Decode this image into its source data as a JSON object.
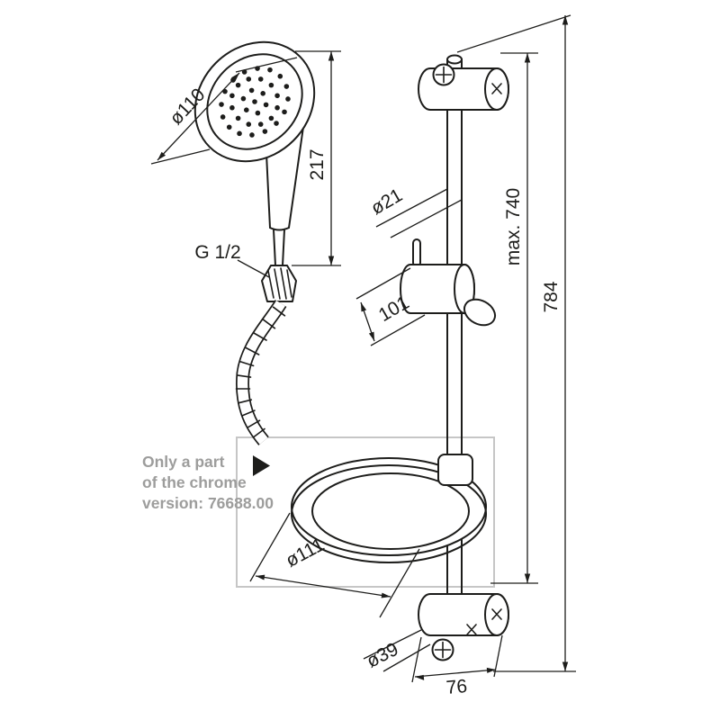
{
  "diagram": {
    "note": {
      "line1": "Only a part",
      "line2": "of the chrome",
      "line3": "version: 76688.00"
    },
    "dimensions": {
      "head_diameter": "ø110",
      "head_length": "217",
      "thread": "G 1/2",
      "bar_diameter": "ø21",
      "slider_length": "101",
      "max_adjustment": "max. 740",
      "total_height": "784",
      "dish_diameter": "ø111",
      "wall_mount_diameter": "ø39",
      "wall_mount_width": "76"
    },
    "colors": {
      "line": "#1d1d1b",
      "note_text": "#9d9d9c",
      "callout_box": "#c6c6c6",
      "background": "#ffffff"
    }
  }
}
